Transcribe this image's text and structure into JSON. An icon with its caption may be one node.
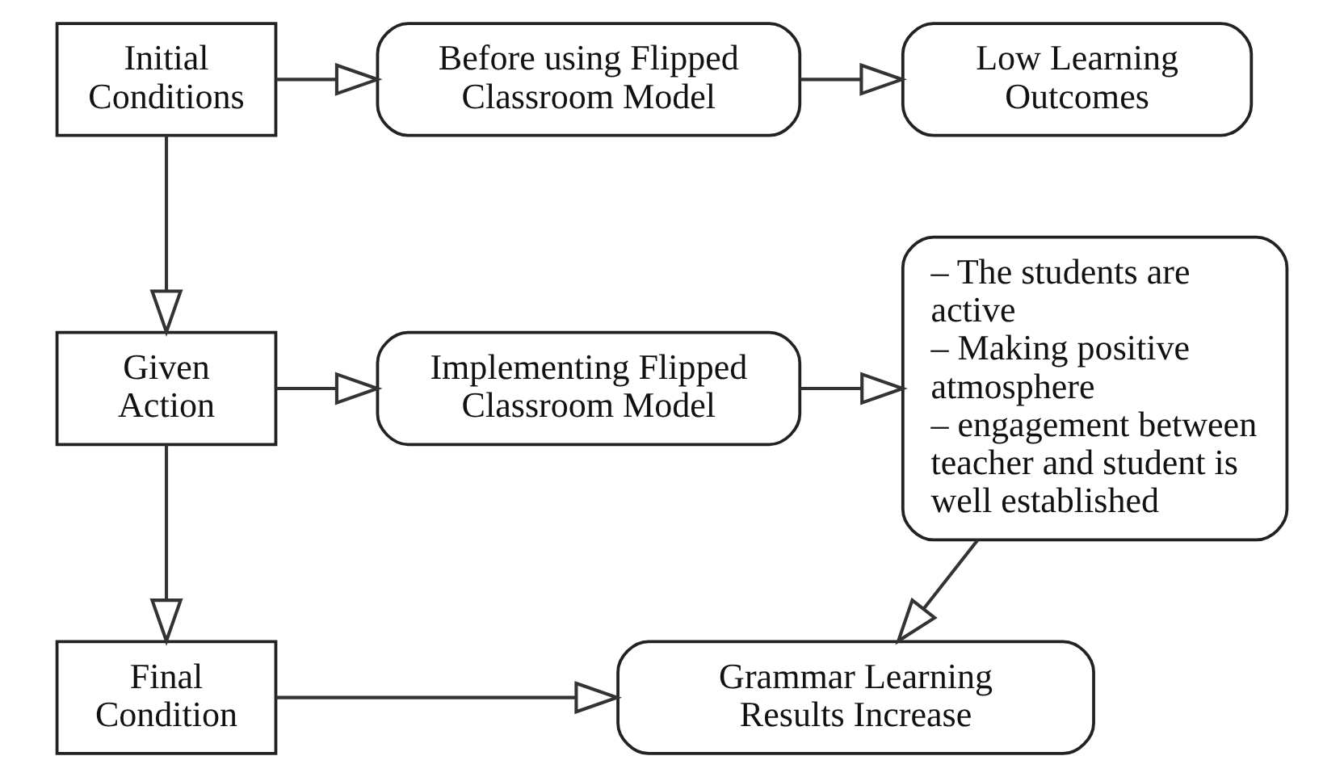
{
  "diagram": {
    "nodes": [
      {
        "text": [
          "Initial Conditions"
        ]
      },
      {
        "text": [
          "Before using Flipped Classroom Model"
        ]
      },
      {
        "text": [
          "Low Learning Outcomes"
        ]
      },
      {
        "text": [
          "Given Action"
        ]
      },
      {
        "text": [
          "Implementing Flipped Classroom Model"
        ]
      },
      {
        "text": [
          "– The students are active",
          "– Making positive atmosphere",
          "– engagement between teacher and student is well established"
        ]
      },
      {
        "text": [
          "Final Condition"
        ]
      },
      {
        "text": [
          "Grammar Learning Results Increase"
        ]
      }
    ],
    "edges": [
      {
        "from": 0,
        "to": 1,
        "arrow": "to"
      },
      {
        "from": 1,
        "to": 2,
        "arrow": "to"
      },
      {
        "from": 0,
        "to": 3,
        "arrow": "to"
      },
      {
        "from": 3,
        "to": 4,
        "arrow": "to"
      },
      {
        "from": 4,
        "to": 5,
        "arrow": "to"
      },
      {
        "from": 3,
        "to": 6,
        "arrow": "to"
      },
      {
        "from": 6,
        "to": 7,
        "arrow": "to"
      },
      {
        "from": 5,
        "to": 7,
        "arrow": "to"
      }
    ]
  }
}
